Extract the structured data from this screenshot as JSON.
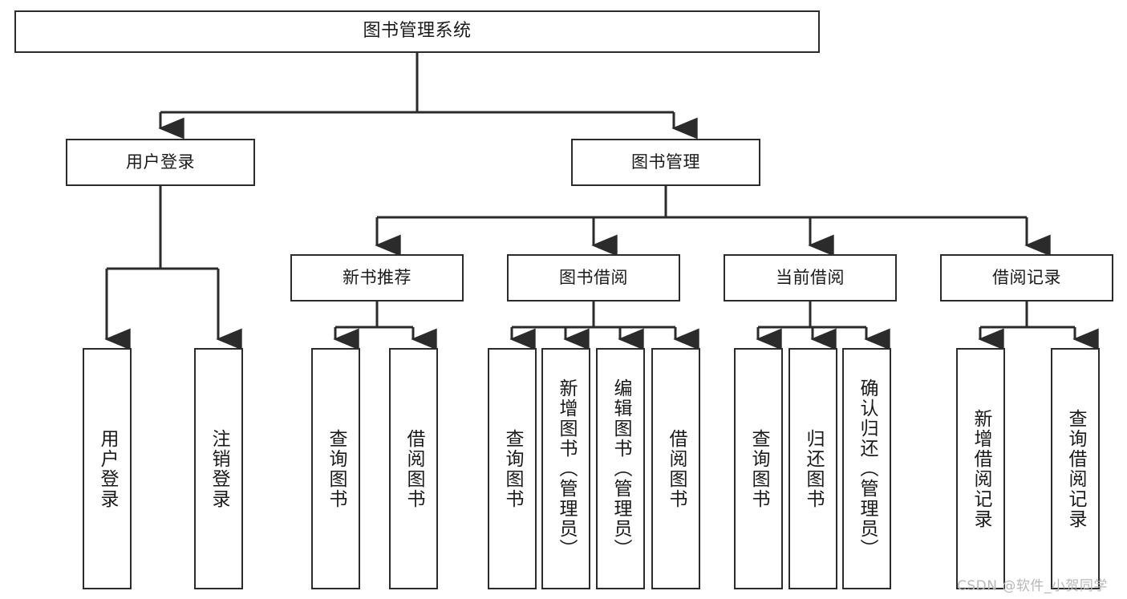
{
  "diagram": {
    "type": "tree",
    "title": "图书管理系统",
    "orientation": "top-down",
    "colors": {
      "stroke": "#2b2b2b",
      "fill": "#ffffff",
      "text": "#1a1a1a",
      "watermark": "#b8b8b8"
    }
  },
  "nodes": {
    "root": {
      "label": "图书管理系统"
    },
    "level2": [
      {
        "label": "用户登录"
      },
      {
        "label": "图书管理"
      }
    ],
    "level3": [
      {
        "label": "新书推荐"
      },
      {
        "label": "图书借阅"
      },
      {
        "label": "当前借阅"
      },
      {
        "label": "借阅记录"
      }
    ],
    "leaves": {
      "user_login": [
        {
          "label": "用户登录"
        },
        {
          "label": "注销登录"
        }
      ],
      "new_book_recommend": [
        {
          "label": "查询图书"
        },
        {
          "label": "借阅图书"
        }
      ],
      "book_borrow": [
        {
          "label": "查询图书"
        },
        {
          "label": "新增图书（管理员）"
        },
        {
          "label": "编辑图书（管理员）"
        },
        {
          "label": "借阅图书"
        }
      ],
      "current_borrow": [
        {
          "label": "查询图书"
        },
        {
          "label": "归还图书"
        },
        {
          "label": "确认归还（管理员）"
        }
      ],
      "borrow_record": [
        {
          "label": "新增借阅记录"
        },
        {
          "label": "查询借阅记录"
        }
      ]
    }
  },
  "watermark": {
    "text": "CSDN @软件_小贺同学"
  }
}
